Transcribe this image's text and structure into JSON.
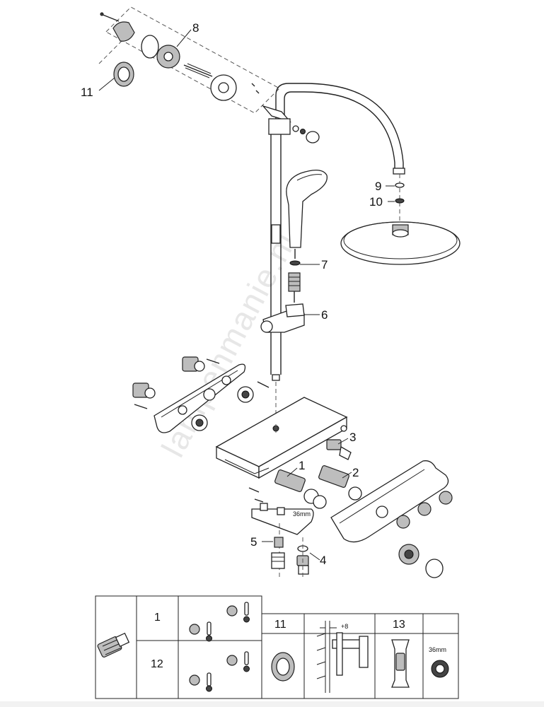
{
  "watermark": "lampenmanie.nl",
  "callouts": {
    "c1": "1",
    "c2": "2",
    "c3": "3",
    "c4": "4",
    "c5": "5",
    "c6": "6",
    "c7": "7",
    "c8": "8",
    "c9": "9",
    "c10": "10",
    "c11": "11"
  },
  "size_label": "36mm",
  "legend": {
    "row1_label": "1",
    "row2_label": "12",
    "cell_11_label": "11",
    "offset_label": "+8",
    "cell_13_label": "13",
    "ring_size_label": "36mm"
  }
}
